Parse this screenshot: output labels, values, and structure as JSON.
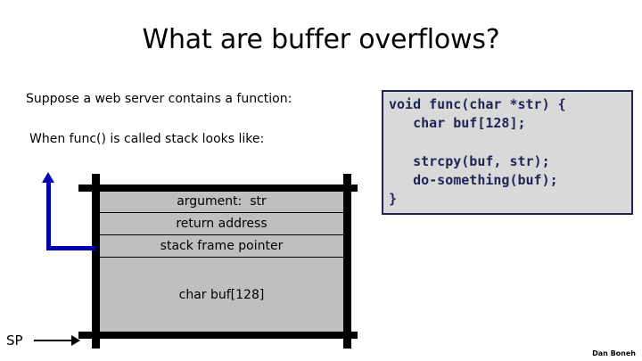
{
  "slide": {
    "title": "What are buffer overflows?",
    "credit": "Dan Boneh"
  },
  "left_text": {
    "line1": "Suppose a web server contains a function:",
    "line2": "When func() is called stack looks like:"
  },
  "code_panel": {
    "language": "c",
    "border_color": "#1f2456",
    "background_color": "#d9d9d9",
    "text_color": "#1f2456",
    "code": "void func(char *str) {\n   char buf[128];\n\n   strcpy(buf, str);\n   do-something(buf);\n}"
  },
  "stack_diagram": {
    "fill_color": "#bfbfbf",
    "wall_color": "#000000",
    "rows": [
      {
        "label": "argument:  str"
      },
      {
        "label": "return address"
      },
      {
        "label": "stack frame pointer"
      },
      {
        "label": "char buf[128]"
      }
    ],
    "sfp_pointer": {
      "color": "#0000b0",
      "points_to": "stack frame pointer"
    },
    "stack_pointer": {
      "label": "SP",
      "color": "#000000",
      "points_to": "bottom of stack"
    }
  }
}
